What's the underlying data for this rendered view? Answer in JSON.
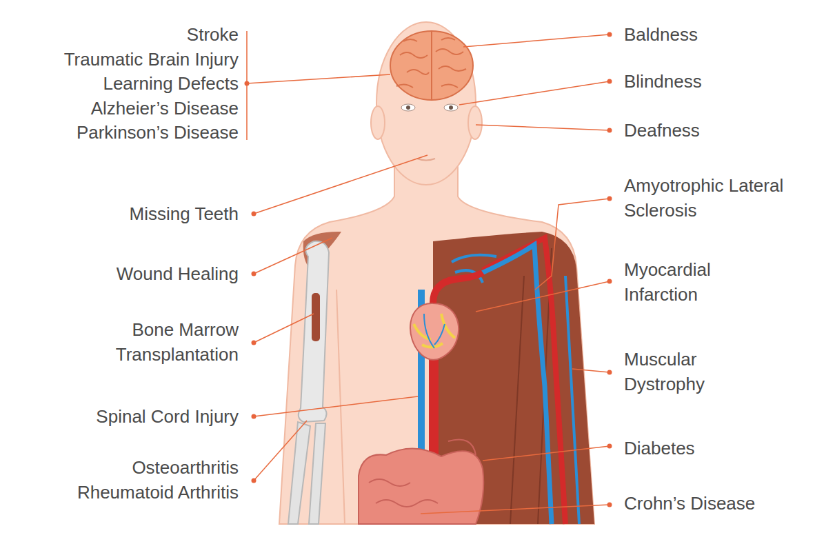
{
  "diagram": {
    "labels": [
      "Stroke",
      "Traumatic Brain Injury",
      "Learning Defects",
      "Alzheier’s Disease",
      "Parkinson’s Disease",
      "Missing Teeth",
      "Wound Healing",
      "Bone Marrow Transplantation",
      "Spinal Cord Injury",
      "Osteoarthritis",
      "Rheumatoid Arthritis",
      "Baldness",
      "Blindness",
      "Deafness",
      "Amyotrophic Lateral Sclerosis",
      "Myocardial Infarction",
      "Muscular Dystrophy",
      "Diabetes",
      "Crohn’s Disease"
    ]
  }
}
